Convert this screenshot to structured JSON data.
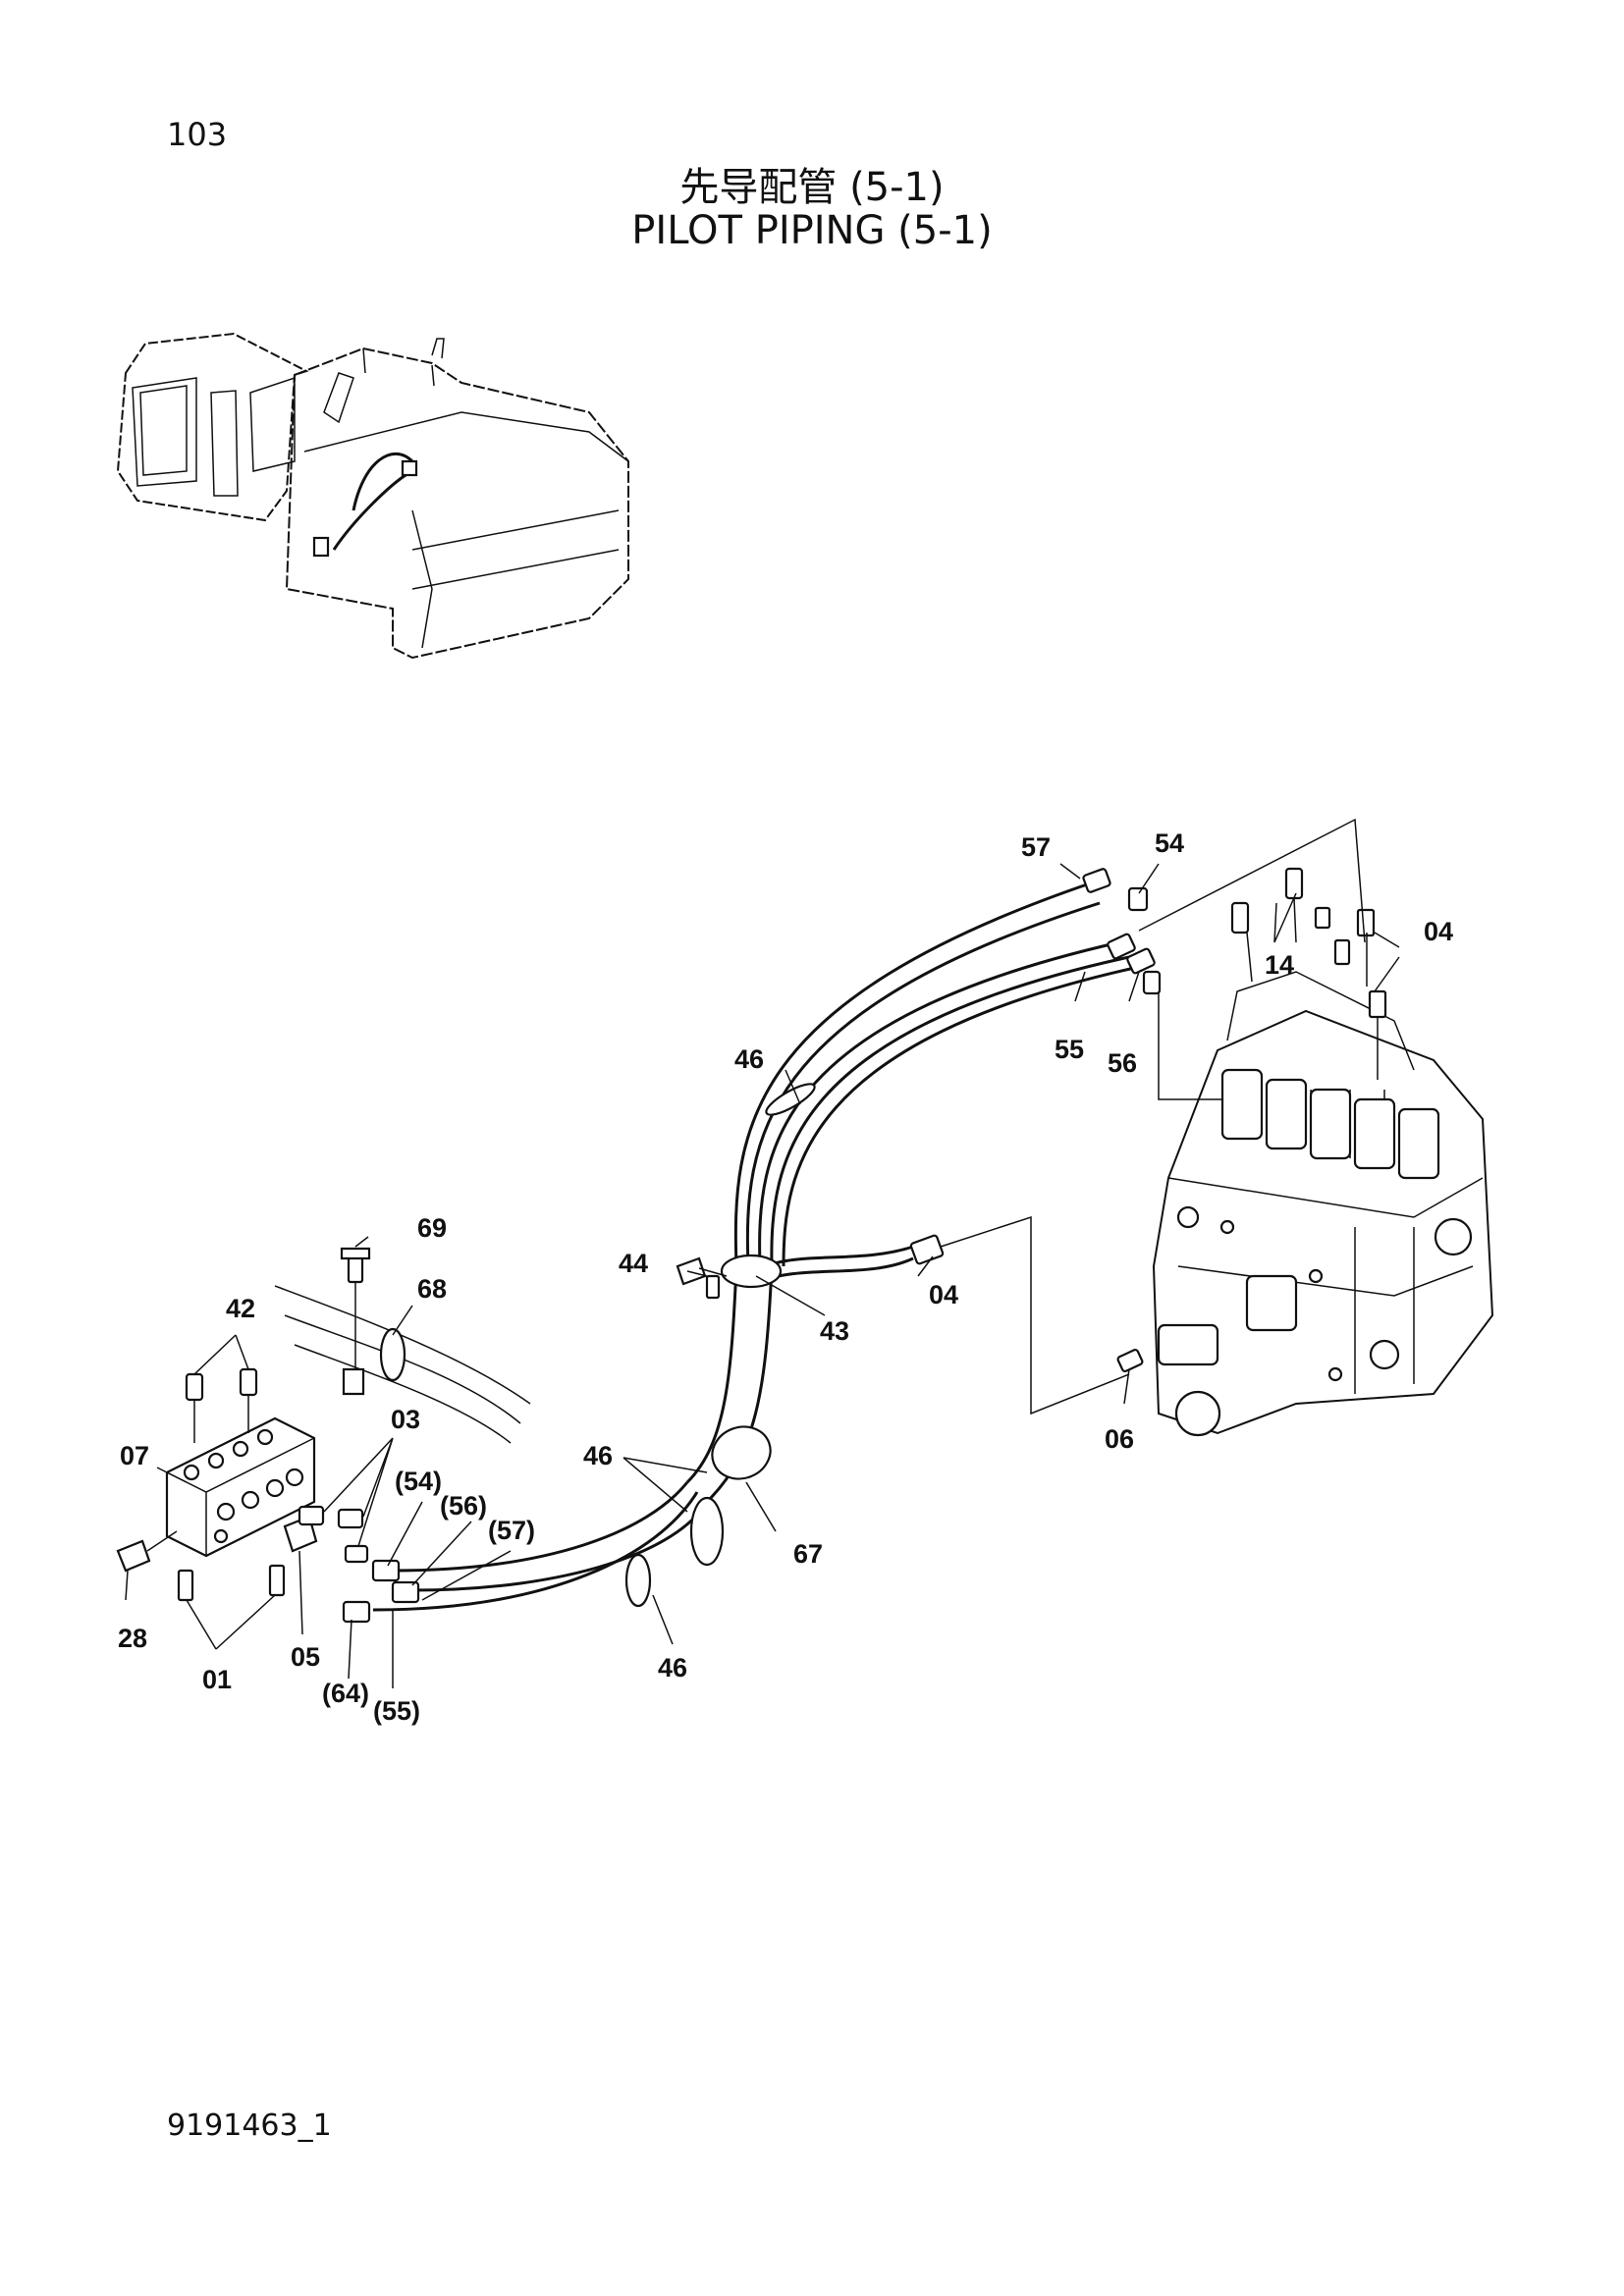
{
  "page_number": "103",
  "title_cn": "先导配管 (5-1)",
  "title_en": "PILOT PIPING (5-1)",
  "doc_number": "9191463_1",
  "callouts": {
    "c57_top": "57",
    "c54_top": "54",
    "c14": "14",
    "c04_top": "04",
    "c55_top": "55",
    "c56_top": "56",
    "c46_top": "46",
    "c69": "69",
    "c68": "68",
    "c44": "44",
    "c43": "43",
    "c04_mid": "04",
    "c42": "42",
    "c03": "03",
    "c07": "07",
    "c54_paren": "(54)",
    "c56_paren": "(56)",
    "c57_paren": "(57)",
    "c46_mid": "46",
    "c67": "67",
    "c06": "06",
    "c28": "28",
    "c01": "01",
    "c05": "05",
    "c64_paren": "(64)",
    "c55_paren": "(55)",
    "c46_bottom": "46"
  }
}
